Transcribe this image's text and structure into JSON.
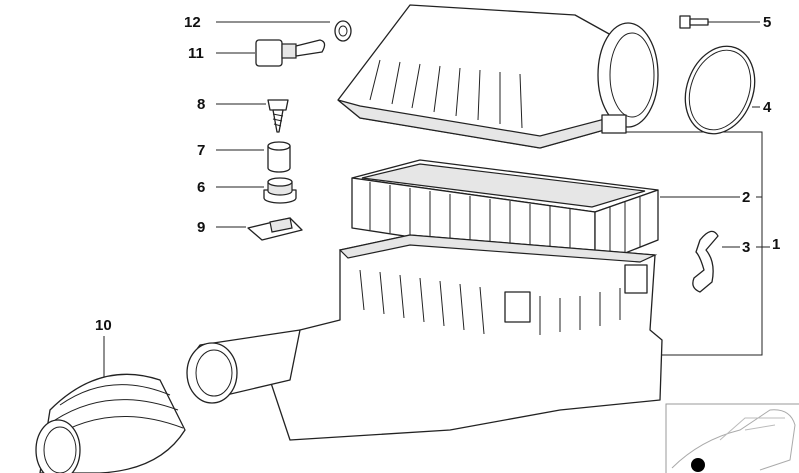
{
  "diagram": {
    "callouts": [
      {
        "id": "12",
        "part": "washer"
      },
      {
        "id": "11",
        "part": "temperature-sensor"
      },
      {
        "id": "8",
        "part": "screw"
      },
      {
        "id": "7",
        "part": "bushing"
      },
      {
        "id": "6",
        "part": "rubber-grommet"
      },
      {
        "id": "9",
        "part": "clip-nut"
      },
      {
        "id": "5",
        "part": "bolt"
      },
      {
        "id": "4",
        "part": "ring-clamp"
      },
      {
        "id": "2",
        "part": "air-filter-element"
      },
      {
        "id": "3",
        "part": "spring-clip"
      },
      {
        "id": "1",
        "part": "intake-silencer-assembly"
      },
      {
        "id": "10",
        "part": "bellows-intake-boot"
      }
    ]
  }
}
